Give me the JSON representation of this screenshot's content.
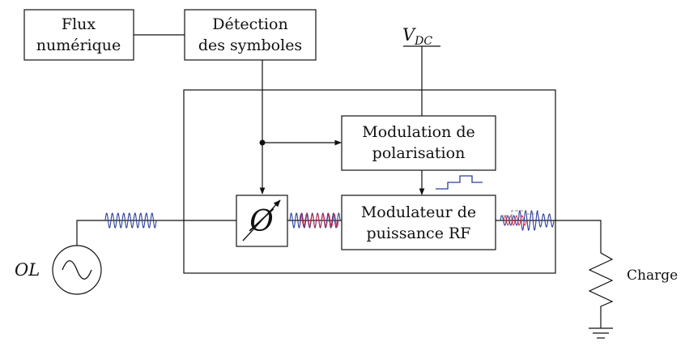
{
  "diagram": {
    "blocks": {
      "flux": {
        "line1": "Flux",
        "line2": "numérique"
      },
      "detection": {
        "line1": "Détection",
        "line2": "des symboles"
      },
      "polarisation": {
        "line1": "Modulation de",
        "line2": "polarisation"
      },
      "modulateur": {
        "line1": "Modulateur de",
        "line2": "puissance RF"
      }
    },
    "supply": {
      "main": "V",
      "sub": "DC"
    },
    "source": {
      "label": "OL"
    },
    "load": {
      "label": "Charge"
    },
    "phase_symbol": "Ø",
    "colors": {
      "line": "#111111",
      "carrier": "#2a3f9a",
      "carrier_alt": "#e0203a",
      "bias_step": "#2a3f9a",
      "envelope": "#8a8a8a"
    }
  }
}
